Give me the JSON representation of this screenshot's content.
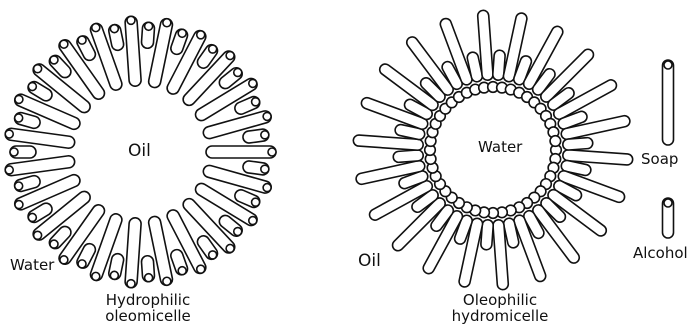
{
  "left_micelle": {
    "core_label": "Oil",
    "medium_label": "Water",
    "caption_line1": "Hydrophilic",
    "caption_line2": "oleomicelle"
  },
  "right_micelle": {
    "core_label": "Water",
    "medium_label": "Oil",
    "caption_line1": "Oleophilic",
    "caption_line2": "hydromicelle"
  },
  "legend": {
    "soap_label": "Soap",
    "alcohol_label": "Alcohol"
  },
  "colors": {
    "stroke": "#111111",
    "fill": "#ffffff"
  }
}
